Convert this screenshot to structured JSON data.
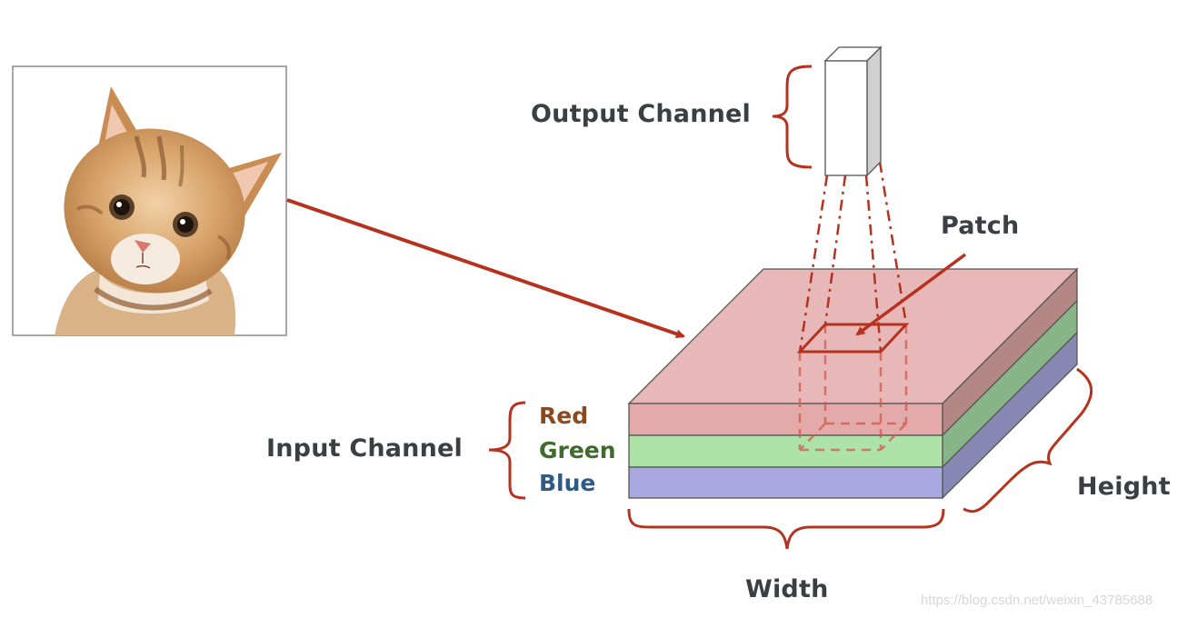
{
  "labels": {
    "output_channel": "Output Channel",
    "patch": "Patch",
    "input_channel": "Input Channel",
    "height": "Height",
    "width": "Width"
  },
  "channels": [
    {
      "name": "Red",
      "color": "#8a4a1e"
    },
    {
      "name": "Green",
      "color": "#3f6b2e"
    },
    {
      "name": "Blue",
      "color": "#2e5a86"
    }
  ],
  "image": {
    "subject": "kitten",
    "description": "input image of a kitten"
  },
  "colors": {
    "accent": "#b5321e",
    "red_layer_top": "#e8b8b8",
    "red_layer_front": "#e4a9a9",
    "red_layer_side": "#b58784",
    "green_layer_front": "#ade3a8",
    "green_layer_side": "#88b587",
    "blue_layer_front": "#aaa8e0",
    "blue_layer_side": "#8788b4"
  },
  "watermark": "https://blog.csdn.net/weixin_43785688"
}
